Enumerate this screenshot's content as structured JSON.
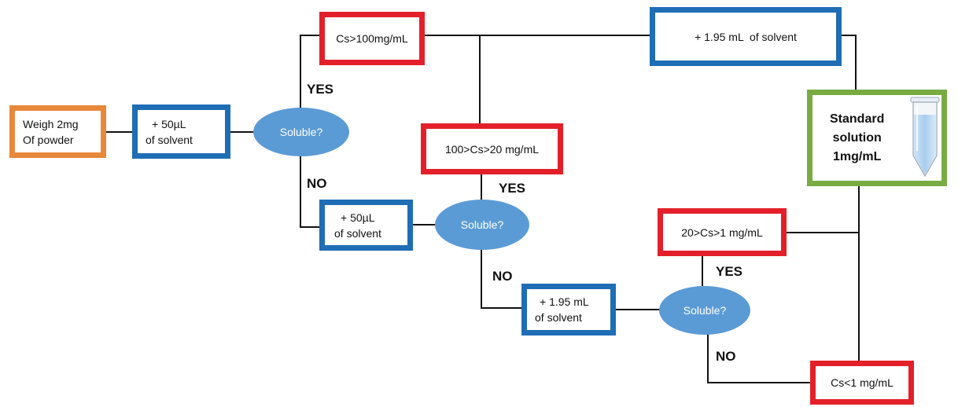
{
  "start": {
    "line1": "Weigh 2mg",
    "line2": "Of powder"
  },
  "step1": {
    "line1": "+ 50µL",
    "line2": "of solvent"
  },
  "q1": "Soluble?",
  "yes1": "YES",
  "no1": "NO",
  "res1": "Cs>100mg/mL",
  "add1": "+ 1.95 mL  of solvent",
  "step2": {
    "line1": "+ 50µL",
    "line2": "of solvent"
  },
  "q2": "Soluble?",
  "yes2": "YES",
  "no2": "NO",
  "res2": "100>Cs>20 mg/mL",
  "step3": {
    "line1": "+ 1.95 mL",
    "line2": "of solvent"
  },
  "q3": "Soluble?",
  "yes3": "YES",
  "no3": "NO",
  "res3": "20>Cs>1 mg/mL",
  "res4": "Cs<1 mg/mL",
  "standard": {
    "line1": "Standard",
    "line2": "solution",
    "line3": "1mg/mL"
  },
  "icons": {
    "tube": "test-tube-icon"
  },
  "colors": {
    "orange": "#E8883A",
    "blue": "#1F6DB5",
    "red": "#E3202A",
    "green": "#78AC43",
    "ellipse": "#5B9BD5"
  }
}
